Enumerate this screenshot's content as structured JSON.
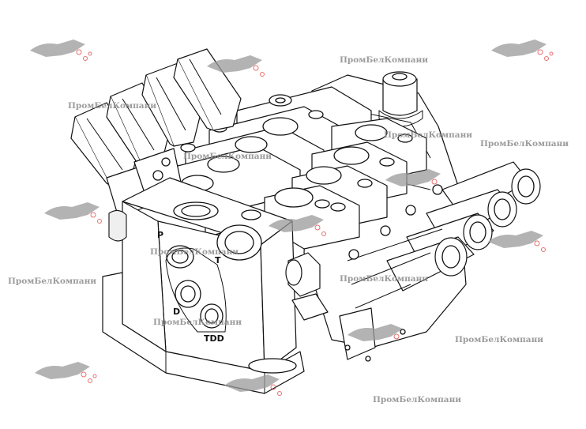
{
  "drawing": {
    "ports": [
      {
        "key": "p",
        "label": "P"
      },
      {
        "key": "t",
        "label": "T"
      },
      {
        "key": "d",
        "label": "D"
      },
      {
        "key": "tdd",
        "label": "TDD"
      }
    ]
  },
  "watermark": {
    "text": "ПромБелКомпани",
    "logo_colors": {
      "animal": "#9a9a9a",
      "bubbles": "#e04040"
    },
    "text_instances": [
      {
        "text": "ПромБелКомпани"
      },
      {
        "text": "ПромБелКомпани"
      },
      {
        "text": "ПромБелКомпани"
      },
      {
        "text": "ПромБелКомпани"
      },
      {
        "text": "ПромБелКомпани"
      },
      {
        "text": "ПромБелКомпани"
      },
      {
        "text": "ПромБелКомпани"
      },
      {
        "text": "ПромБелКомпани"
      },
      {
        "text": "ПромБелКомпани"
      },
      {
        "text": "ПромБелКомпани"
      },
      {
        "text": "ПромБелКомпани"
      }
    ]
  }
}
